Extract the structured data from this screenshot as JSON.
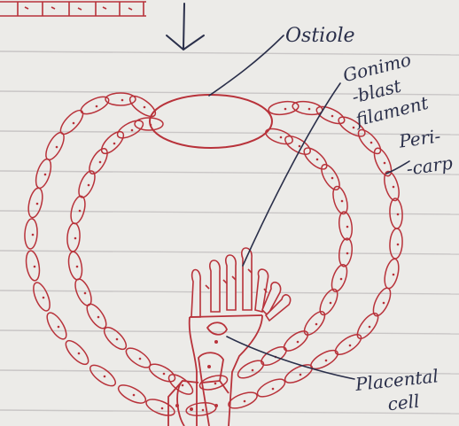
{
  "diagram": {
    "labels": {
      "ostiole": "Ostiole",
      "gonimoblast": [
        "Gonimo",
        "-blast",
        "filament"
      ],
      "pericarp": [
        "Peri-",
        "-carp"
      ],
      "placental": [
        "Placental",
        "cell"
      ]
    },
    "colors": {
      "paper": "#ecebe8",
      "ruled_line": "#c9c6c6",
      "margin_line": "#d7a7a6",
      "red_ink": "#b8323a",
      "blue_ink": "#2a2f4a"
    }
  }
}
